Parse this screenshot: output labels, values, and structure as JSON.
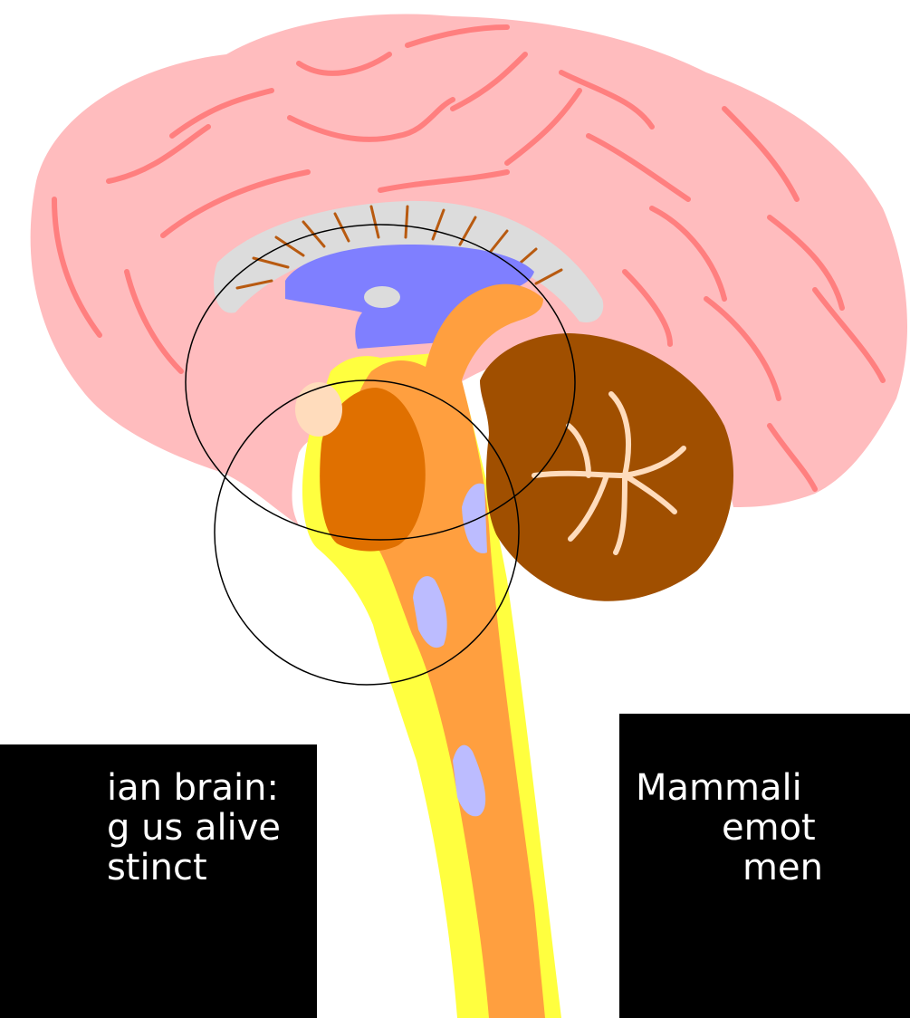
{
  "diagram": {
    "colors": {
      "cerebrum": "#ffbcbe",
      "gyri_lines": "#ff7f7f",
      "corpus_callosum": "#dcdcdc",
      "callosum_fibers": "#b85a10",
      "ventricle": "#7f7fff",
      "thalamus_brainstem": "#ff9f3f",
      "limbic_band": "#ffff3f",
      "hypothalamus": "#e07000",
      "pineal_nuclei": "#bcbcff",
      "cerebellum": "#a04f00",
      "arbor_vitae": "#ffdcbc",
      "outline_circles": "#000000",
      "label_box_bg": "#000000",
      "label_box_text": "#ffffff"
    },
    "icons": [
      "brain-sagittal-illustration"
    ],
    "labels": {
      "reptilian": [
        "ian brain:",
        "g us alive",
        "stinct"
      ],
      "mammalian": [
        "Mammali",
        "emot",
        "men"
      ]
    }
  }
}
